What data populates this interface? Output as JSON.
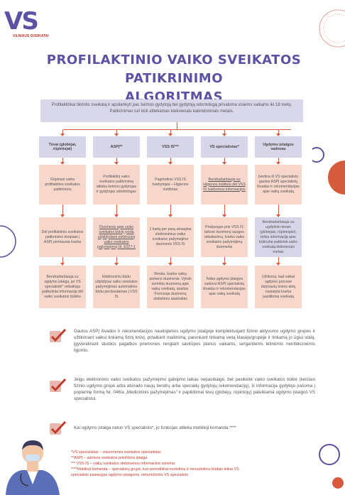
{
  "logo": {
    "text": "VS",
    "subtitle": "VILNIAUS SVEIKATAI"
  },
  "title": {
    "line1": "PROFILAKTINIO VAIKO SVEIKATOS PATIKRINIMO",
    "line2": "ALGORITMAS"
  },
  "intro": "Profilaktiškai tikrintis sveikatą ir apsilankyti pas šeimos gydytoją bei gydytoją odontologą privaloma visiems vaikams iki 18 metų. Patikrinimas turi būti atliekamas kiekvienais kalendoriniais metais.",
  "columns": [
    {
      "head": "Tėvai (globėjai, rūpintojai)",
      "cells": [
        "Rūpinasi vaiko profilaktiniu sveikatos patikrinimu",
        "Dėl profilaktinio sveikatos patikrinimo kreipiasi į ASPĮ pirmiausia tvarka",
        "Bendradarbiauja su ugdymo įstaiga, jei VS specialistė* reikalinga patikslinta informacija dėl vaiko sveikatos būklės"
      ]
    },
    {
      "head": "ASPĮ**",
      "cells": [
        "Profilaktinį vaiko sveikatos patikrinimą atlieka šeimos gydytojas ir gydytojas odontologas",
        "Duomenis apie vaiko sveikatos būklę įveda užpildydami elektroninį vaiko sveikatos pažymėjimą Nr. E027-1",
        "Elektroniniu būdu užpildytas vaiko sveikatos pažymėjimas automatiniu būdu perduodamas į VSS IS"
      ]
    },
    {
      "head": "VSS IS***",
      "cells": [
        "Pagrindinis VSS IS tvarkytojas – Higienos institutas",
        "1 kartą per parą atnaujina elektroninius vaiko sveikatos pažymėjimo duomenis VSS IS",
        "Renka, tvarko vaikų asmens duomenis. Vykdo surinktų duomenų apie vaikų sveikatą, analizę. Formuoja duomenų statistines ataskaitas"
      ]
    },
    {
      "head": "VS specialistas*",
      "cells": [
        "Bendradarbiauja su Higienos institutu dėl VSS IS tvarkomos informacijos",
        "Prisijungęs prie VSS IS laikosi duomenų saugos reikalavimų, tvarko vaiko sveikatos pažymėjimų duomenis",
        "Teikia ugdymo įstaigos vadovui ASPĮ specialistų išvadas ir rekomendacijas apie vaikų sveikatą"
      ]
    },
    {
      "head": "Ugdymo įstaigos vadovas",
      "cells": [
        "Įvertina iš VS specialisto gautas ASPĮ specialistų išvadas ir rekomendacijas apie vaikų sveikatą",
        "Bendradarbiauja su ugdytinio tėvais (globėjais, rūpintojais), teikia informaciją apie būtinybę patikrinti vaiko sveikatą kiekvienais metais",
        "Užtikrina, kad vaikai ugdymo procese dalyvautų teisės aktų nustatyta tvarka pasitikrinę sveikatą"
      ]
    }
  ],
  "notes": [
    "Gautos ASPĮ išvados ir rekomendacijos naudojamos ugdymo įstaigoje komplektuojant fizinio aktyvumo ugdymo grupes ir užtikrinant vaikui tinkamą fizinį krūvį, pritaikant maitinimą, parenkant tinkamą vietą klasėje/grupėje ir tinkamą jo ūgiui stalą, įgyvendinant skubios pagalbos priemones rengiant savirūpos planus vaikams, sergantiems lėtinėmis neinfekcinėmis ligomis.",
    "Jeigu elektroninio vaiko sveikatos pažymėjimo galiojimo laikas nepasibaigė, bet pasikeitė vaiko sveikatos būklė (keičiasi fizinio ugdymo grupė arba atsirado naujų bendrų arba specialių gydytojų rekomendacijų), ši informacija gydytojo įrašoma į popierinę formą Nr. 046/a „Medicininis pažymėjimas“ ir papildomai tėvų (globėjų, rūpintojų) pateikiama ugdymo įstaigos VS specialistui.",
    "Kai ugdymo įstaiga neturi VS specialisto*, jo funkcijas atlieka mobilioji komanda.****"
  ],
  "footnotes": [
    "*VS specialistas – visuomenės sveikatos specialistas",
    "**ASPĮ – asmens sveikatos priežiūros įstaiga",
    "*** VSS IS – vaikų sveikatos stebėsenos informacinė sistema",
    "****Mobilioji komanda – specialistų grupė, kuri periodiškai nuotoliniu ir nenuotoliniu būdais teikia VS",
    "specialisto paslaugas ugdymo įstaigoms, neturinčioms VS specialisto"
  ],
  "colors": {
    "purple": "#5b52a3",
    "lavender": "#d7d6e8",
    "peach": "#f7d6cc",
    "accent": "#d65a3c"
  },
  "icons": [
    "check-icon",
    "doctor-illustration",
    "circle-decor"
  ]
}
